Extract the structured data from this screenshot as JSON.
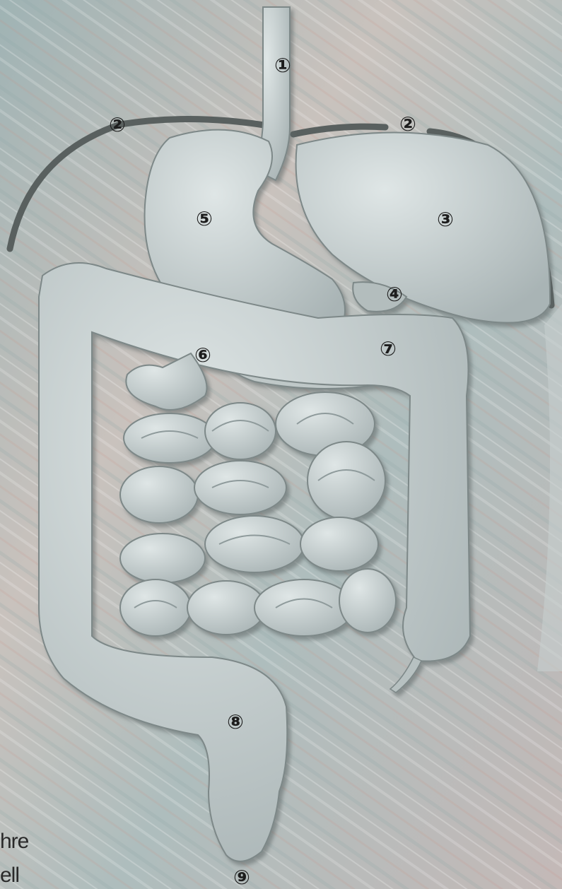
{
  "markers": [
    "①",
    "②",
    "②",
    "③",
    "④",
    "⑤",
    "⑥",
    "⑦",
    "⑧",
    "⑨"
  ],
  "edge_text": [
    "hre",
    "ell"
  ],
  "colors": {
    "background": "#b9c2c2",
    "organ_fill": "#c3cccc",
    "organ_stroke": "#7d8888",
    "diaphragm": "#59605f",
    "label": "#1d1d1d"
  }
}
